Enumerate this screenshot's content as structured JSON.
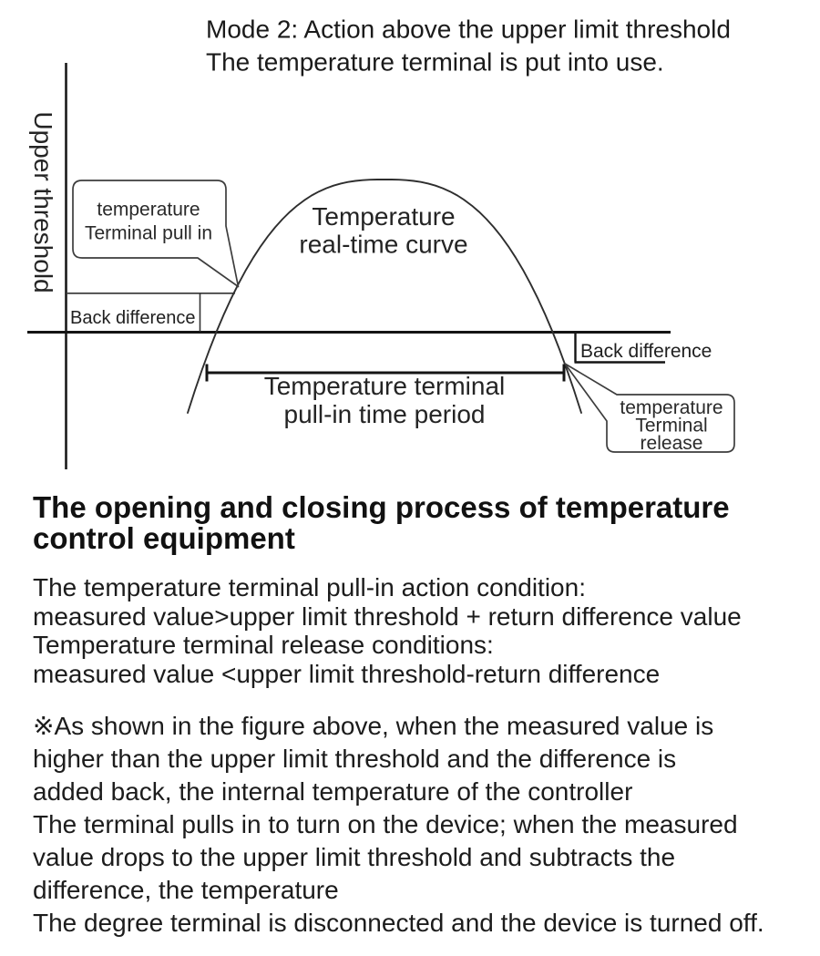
{
  "diagram": {
    "title_line1": "Mode 2: Action above the upper limit threshold",
    "title_line2": "The temperature terminal is put into use.",
    "y_axis_label": "Upper threshold",
    "curve_label_line1": "Temperature",
    "curve_label_line2": "real-time curve",
    "pull_in_callout_line1": "temperature",
    "pull_in_callout_line2": "Terminal pull in",
    "release_callout_line1": "temperature",
    "release_callout_line2": "Terminal",
    "release_callout_line3": "release",
    "back_difference_left": "Back difference",
    "back_difference_right": "Back difference",
    "period_label_line1": "Temperature terminal",
    "period_label_line2": "pull-in time period"
  },
  "section": {
    "heading_line1": "The opening and closing process of temperature",
    "heading_line2": "control equipment",
    "conditions_lines": [
      "The temperature terminal pull-in action condition:",
      "measured value>upper limit threshold + return difference value",
      "Temperature terminal release conditions:",
      "measured value <upper limit threshold-return difference"
    ],
    "note_lines": [
      "※As shown in the figure above, when the measured value is",
      "higher than the upper limit threshold and the difference is",
      "added back, the internal temperature of the controller",
      "The terminal pulls in to turn on the device; when the measured",
      "value drops to the upper limit threshold and subtracts the",
      "difference, the temperature",
      "The degree terminal is disconnected and the device is turned off."
    ]
  },
  "colors": {
    "axis": "#1a1a1a",
    "curve": "#2e2e2e",
    "callout_border": "#3d3d3d",
    "text": "#1c1c1c",
    "background": "#ffffff"
  }
}
